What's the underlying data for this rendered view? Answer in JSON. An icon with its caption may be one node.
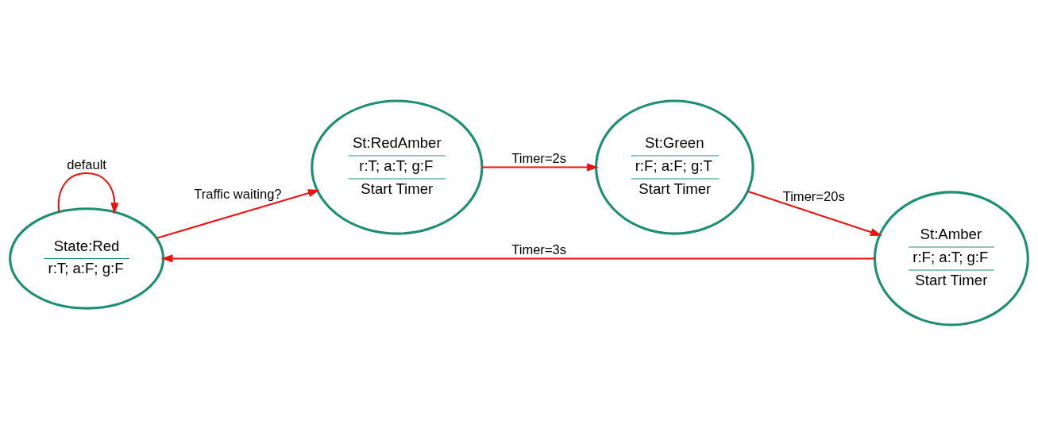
{
  "diagram": {
    "nodes": [
      {
        "text": [
          "State:Red",
          "r:T; a:F; g:F"
        ]
      },
      {
        "text": [
          "St:RedAmber",
          "r:T; a:T; g:F",
          "Start Timer"
        ]
      },
      {
        "text": [
          "St:Green",
          "r:F; a:F; g:T",
          "Start Timer"
        ]
      },
      {
        "text": [
          "St:Amber",
          "r:F; a:T; g:F",
          "Start Timer"
        ]
      }
    ],
    "edges": [
      {
        "from": 0,
        "to": 0,
        "arrow": "to",
        "label": "default"
      },
      {
        "from": 0,
        "to": 1,
        "arrow": "to",
        "label": "Traffic waiting?"
      },
      {
        "from": 1,
        "to": 2,
        "arrow": "to",
        "label": "Timer=2s"
      },
      {
        "from": 2,
        "to": 3,
        "arrow": "to",
        "label": "Timer=20s"
      },
      {
        "from": 3,
        "to": 0,
        "arrow": "to",
        "label": "Timer=3s"
      }
    ]
  }
}
